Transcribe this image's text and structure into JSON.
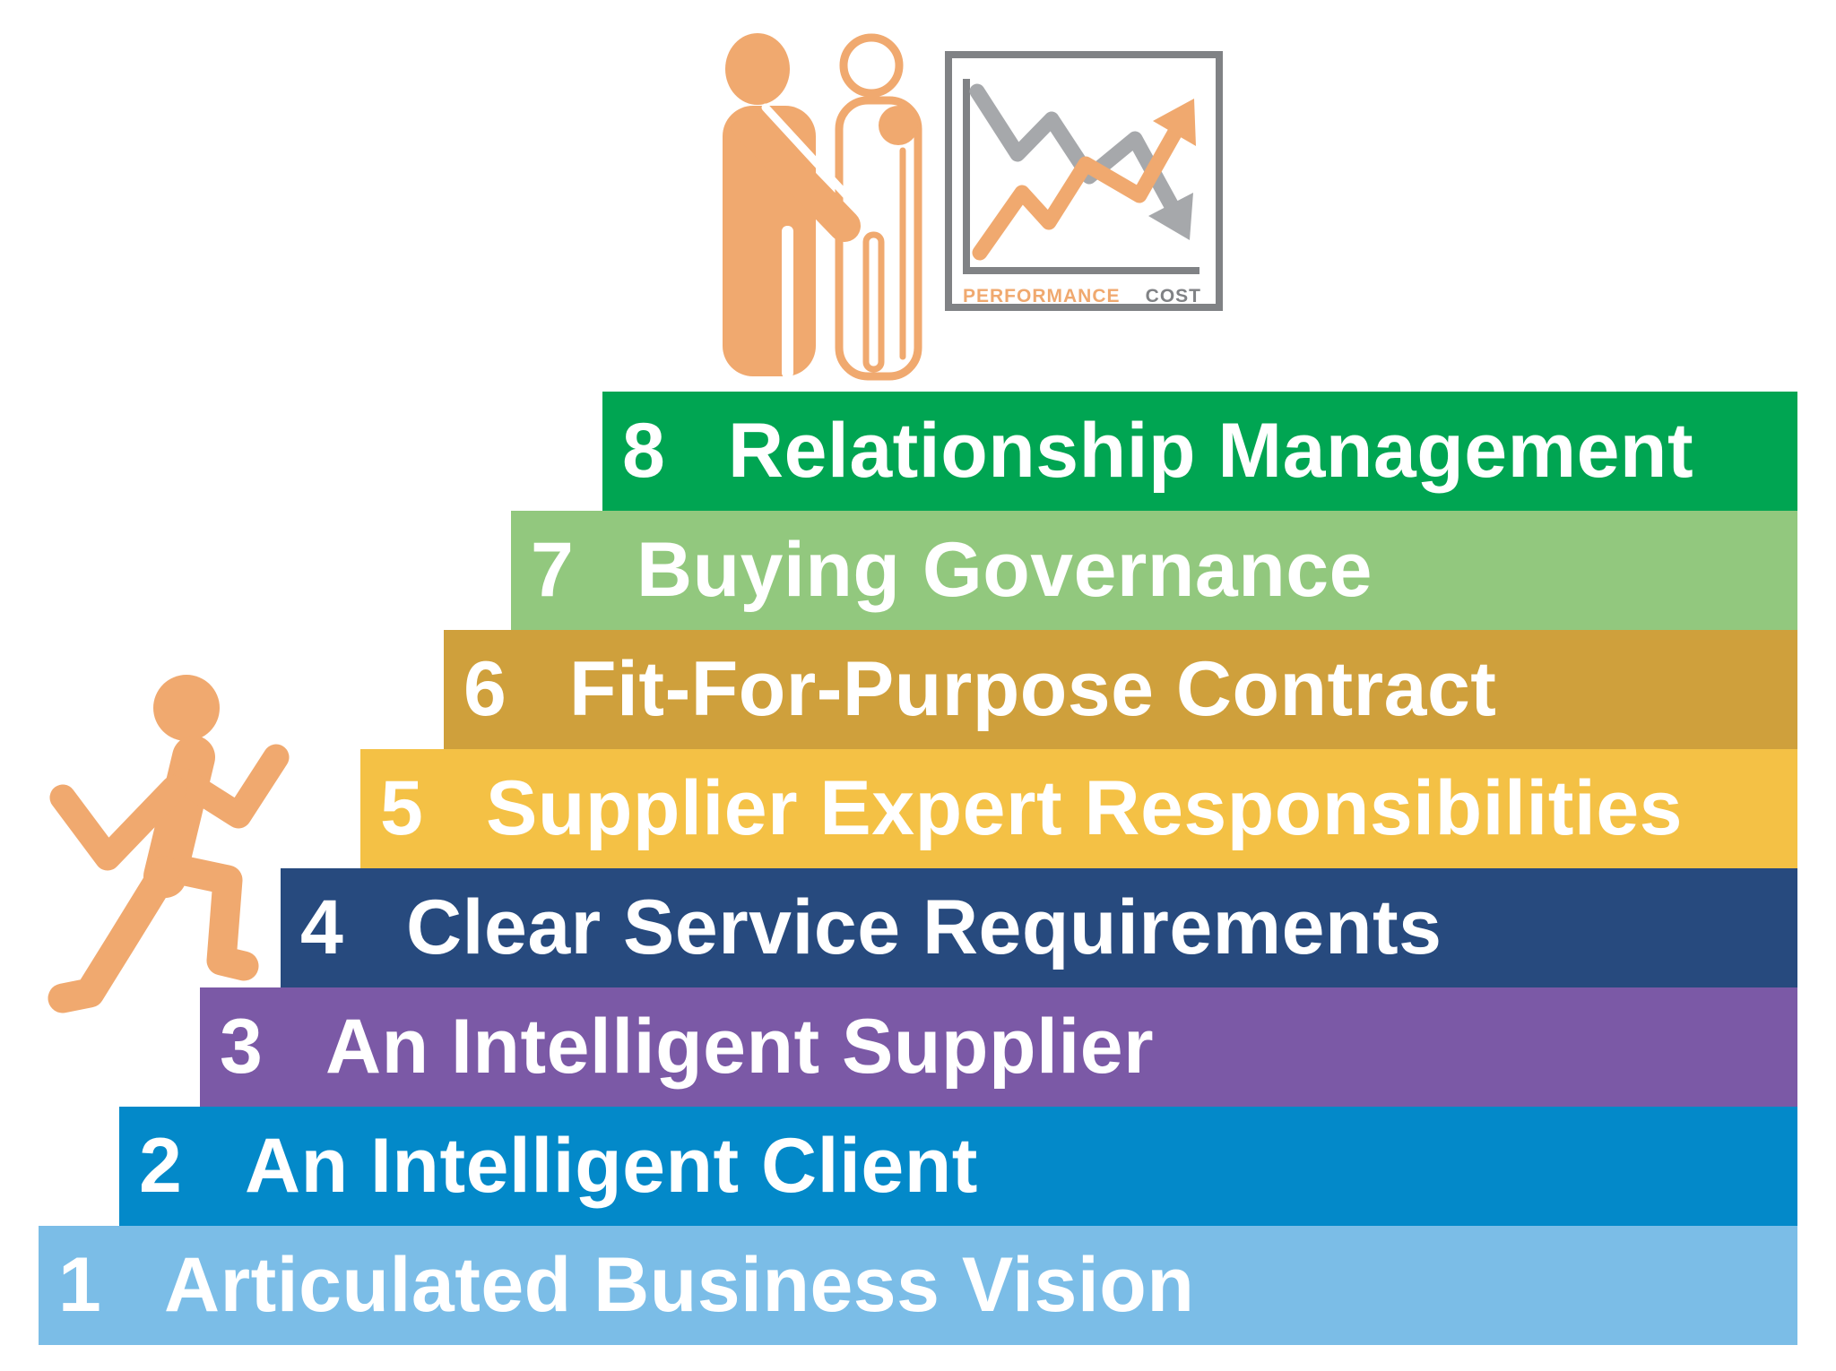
{
  "steps": [
    {
      "number": "1",
      "label": "Articulated Business Vision",
      "color": "#7BBDE7"
    },
    {
      "number": "2",
      "label": "An Intelligent Client",
      "color": "#0389C9"
    },
    {
      "number": "3",
      "label": "An Intelligent Supplier",
      "color": "#7B59A6"
    },
    {
      "number": "4",
      "label": "Clear Service Requirements",
      "color": "#274A7E"
    },
    {
      "number": "5",
      "label": "Supplier Expert Responsibilities",
      "color": "#F4C145"
    },
    {
      "number": "6",
      "label": "Fit-For-Purpose Contract",
      "color": "#CFA03C"
    },
    {
      "number": "7",
      "label": "Buying Governance",
      "color": "#92C87E"
    },
    {
      "number": "8",
      "label": "Relationship Management",
      "color": "#00A552"
    }
  ],
  "chart_icon": {
    "performance_label": "PERFORMANCE",
    "cost_label": "COST",
    "performance_color": "#F0A96F",
    "cost_color": "#808285",
    "cost_line_color": "#A6A8AB",
    "frame_color": "#808285"
  },
  "icons": {
    "climber": "person-climbing-stairs",
    "partnership": "person-with-hand-on-shoulder-of-another",
    "chart": "performance-up-cost-down-graph"
  },
  "palette": {
    "person_orange": "#F0A96F",
    "text_white": "#FFFFFF",
    "background": "#FFFFFF"
  }
}
